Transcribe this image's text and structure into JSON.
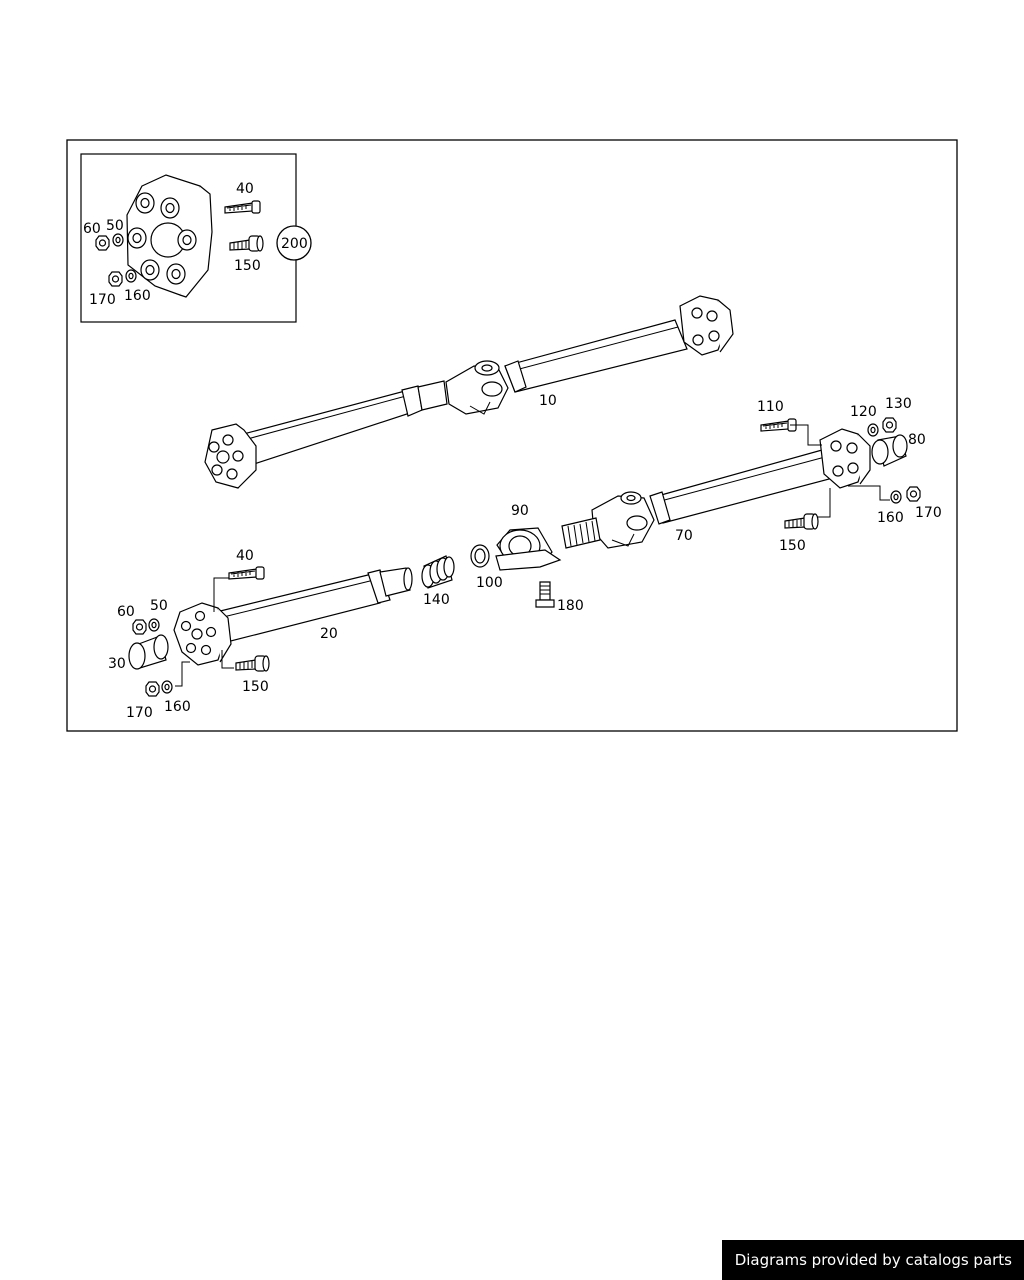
{
  "labels": {
    "inset_40": "40",
    "inset_60": "60",
    "inset_50": "50",
    "inset_150": "150",
    "inset_170": "170",
    "inset_160": "160",
    "inset_200": "200",
    "p10": "10",
    "p110": "110",
    "p120": "120",
    "p130": "130",
    "p80": "80",
    "p90": "90",
    "p70": "70",
    "p160r": "160",
    "p170r": "170",
    "p150r": "150",
    "p40": "40",
    "p60": "60",
    "p50": "50",
    "p30": "30",
    "p20": "20",
    "p140": "140",
    "p100": "100",
    "p180": "180",
    "p150l": "150",
    "p170l": "170",
    "p160l": "160"
  },
  "credit": "Diagrams provided by catalogs parts"
}
